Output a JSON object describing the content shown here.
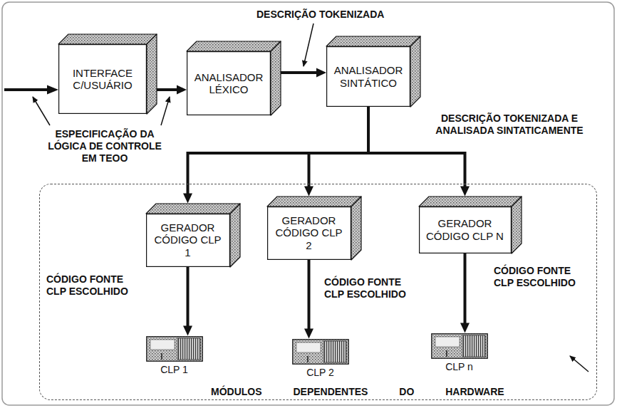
{
  "diagram": {
    "nodes": [
      {
        "text": [
          "INTERFACE C/USUÁRIO"
        ]
      },
      {
        "text": [
          "ANALISADOR LÉXICO"
        ]
      },
      {
        "text": [
          "ANALISADOR SINTÁTICO"
        ]
      },
      {
        "text": [
          "MÓDULOS DEPENDENTES DO HARDWARE"
        ]
      },
      {
        "text": [
          "GERADOR CÓDIGO CLP 1"
        ],
        "in": 3
      },
      {
        "text": [
          "GERADOR CÓDIGO CLP 2"
        ],
        "in": 3
      },
      {
        "text": [
          "GERADOR CÓDIGO CLP N"
        ],
        "in": 3
      },
      {
        "text": [
          "CLP 1"
        ],
        "in": 3
      },
      {
        "text": [
          "CLP 2"
        ],
        "in": 3
      },
      {
        "text": [
          "CLP n"
        ],
        "in": 3
      }
    ],
    "edges": [
      {
        "from": 0,
        "to": 1,
        "arrow": "to"
      },
      {
        "from": 1,
        "to": 2,
        "arrow": "to"
      },
      {
        "from": 2,
        "to": 4,
        "arrow": "to"
      },
      {
        "from": 2,
        "to": 5,
        "arrow": "to"
      },
      {
        "from": 2,
        "to": 6,
        "arrow": "to"
      },
      {
        "from": 4,
        "to": 7,
        "label": "CÓDIGO FONTE CLP ESCOLHIDO",
        "arrow": "to"
      },
      {
        "from": 5,
        "to": 8,
        "label": "CÓDIGO FONTE CLP ESCOLHIDO",
        "arrow": "to"
      },
      {
        "from": 6,
        "to": 9,
        "label": "CÓDIGO FONTE CLP ESCOLHIDO",
        "arrow": "to"
      }
    ],
    "labels": [
      "DESCRIÇÃO TOKENIZADA",
      "ESPECIFICAÇÃO DA LÓGICA DE CONTROLE EM TEOO",
      "DESCRIÇÃO TOKENIZADA E ANALISADA SINTATICAMENTE"
    ]
  }
}
